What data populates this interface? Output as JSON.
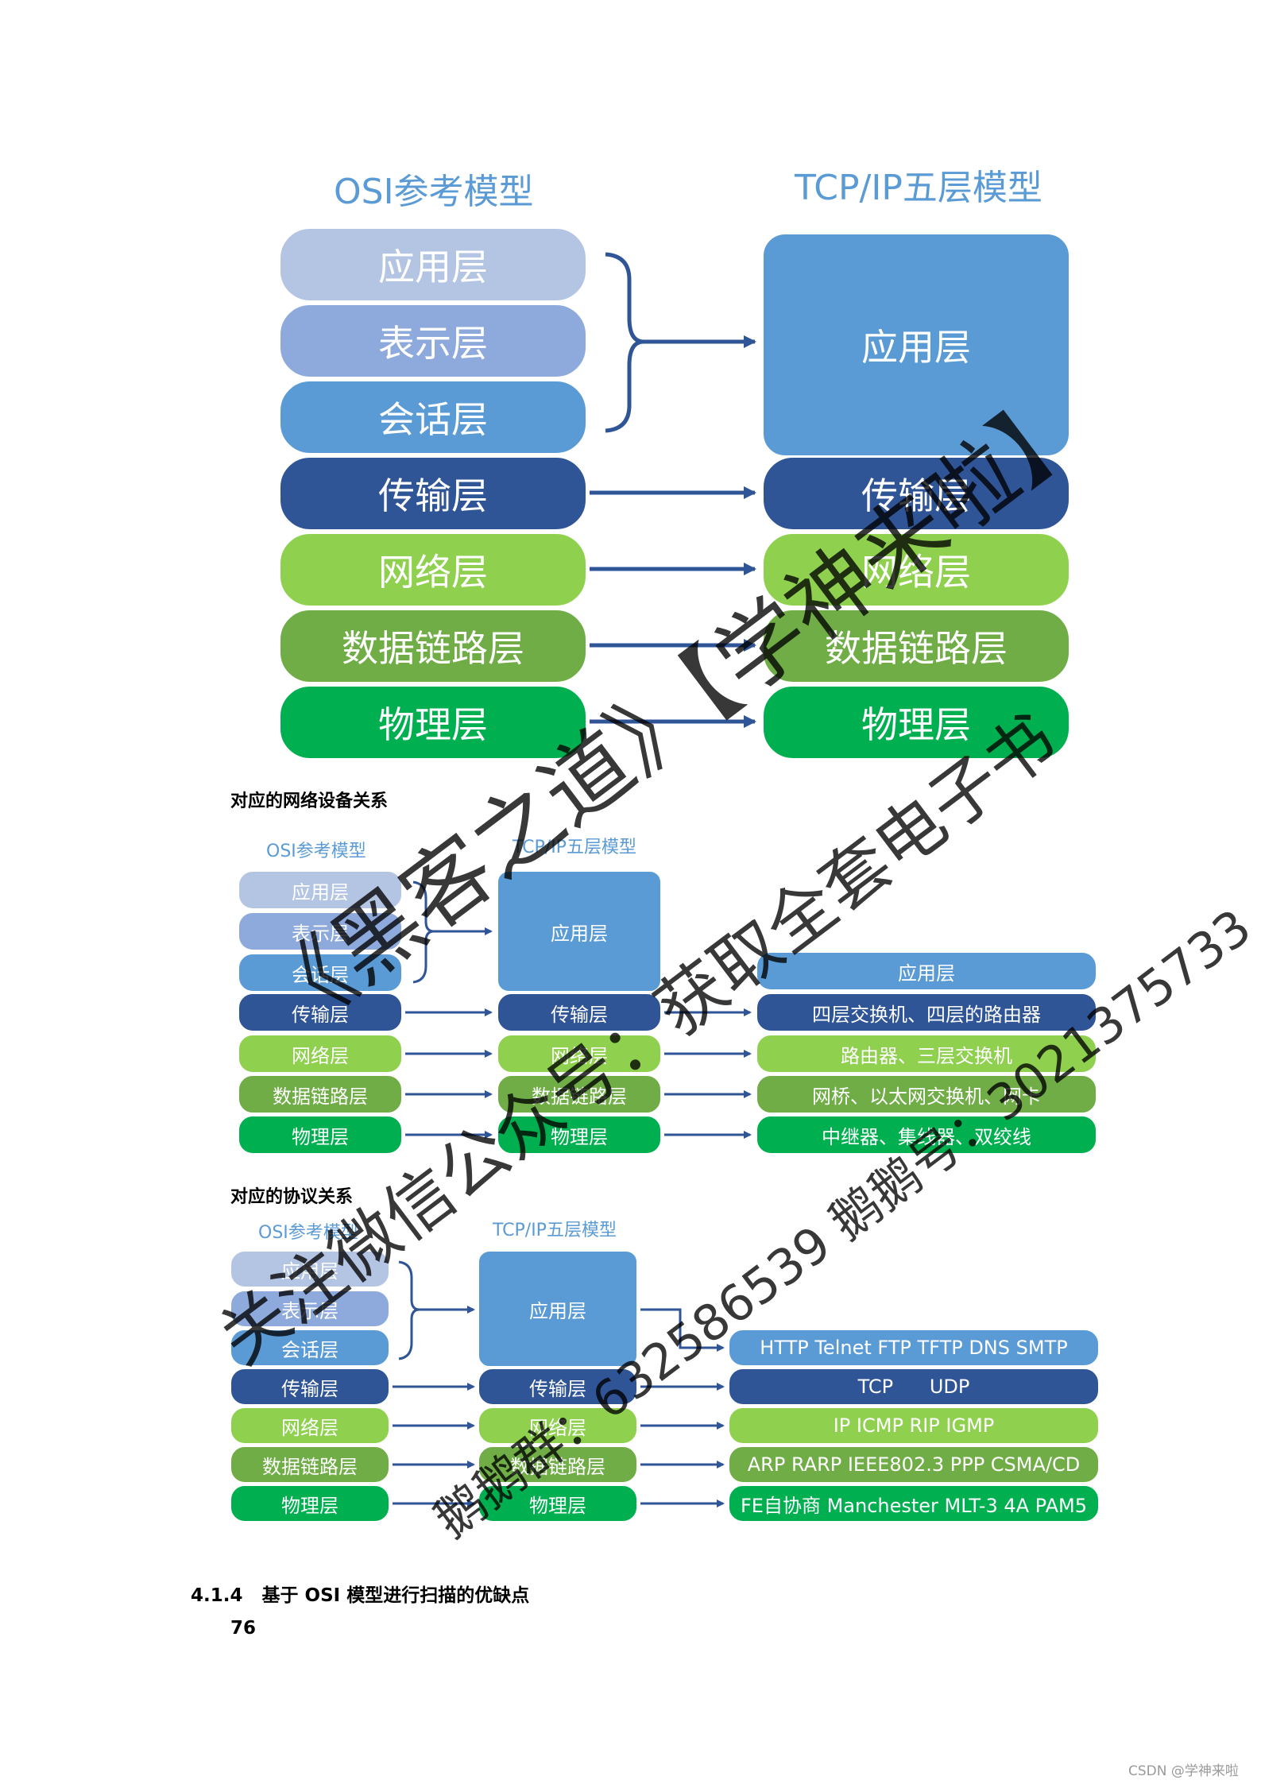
{
  "diagram1": {
    "osi_title": "OSI参考模型",
    "tcp_title": "TCP/IP五层模型",
    "osi_layers": [
      "应用层",
      "表示层",
      "会话层",
      "传输层",
      "网络层",
      "数据链路层",
      "物理层"
    ],
    "tcp_layers": [
      "应用层",
      "传输层",
      "网络层",
      "数据链路层",
      "物理层"
    ]
  },
  "section_devices": {
    "heading": "对应的网络设备关系",
    "osi_title": "OSI参考模型",
    "tcp_title": "TCP/IP五层模型",
    "osi_layers": [
      "应用层",
      "表示层",
      "会话层",
      "传输层",
      "网络层",
      "数据链路层",
      "物理层"
    ],
    "tcp_layers": [
      "应用层",
      "传输层",
      "网络层",
      "数据链路层",
      "物理层"
    ],
    "devices": [
      "应用层",
      "四层交换机、四层的路由器",
      "路由器、三层交换机",
      "网桥、以太网交换机、网卡",
      "中继器、集线器、双绞线"
    ]
  },
  "section_protocols": {
    "heading": "对应的协议关系",
    "osi_title": "OSI参考模型",
    "tcp_title": "TCP/IP五层模型",
    "osi_layers": [
      "应用层",
      "表示层",
      "会话层",
      "传输层",
      "网络层",
      "数据链路层",
      "物理层"
    ],
    "tcp_layers": [
      "应用层",
      "传输层",
      "网络层",
      "数据链路层",
      "物理层"
    ],
    "protocols": [
      "HTTP Telnet FTP TFTP DNS SMTP",
      "TCP      UDP",
      "IP ICMP RIP IGMP",
      "ARP RARP IEEE802.3 PPP CSMA/CD",
      "FE自协商 Manchester MLT-3 4A PAM5"
    ]
  },
  "footer": {
    "section_title": "4.1.4   基于 OSI 模型进行扫描的优缺点",
    "page_number": "76",
    "csdn": "CSDN @学神来啦"
  },
  "watermark": {
    "line1": "《黑客之道》【学神来啦】",
    "line2": "关注微信公众号：获取全套电子书",
    "line3": "鹅鹅群：632586539 鹅鹅号：3021375733"
  },
  "colors": {
    "layer_application": "#b4c5e4",
    "layer_presentation": "#8eaadc",
    "layer_session": "#5b9bd5",
    "layer_transport": "#2f5597",
    "layer_network": "#8fd14f",
    "layer_datalink": "#70ad47",
    "layer_physical": "#00b050",
    "arrow": "#2f5597"
  }
}
